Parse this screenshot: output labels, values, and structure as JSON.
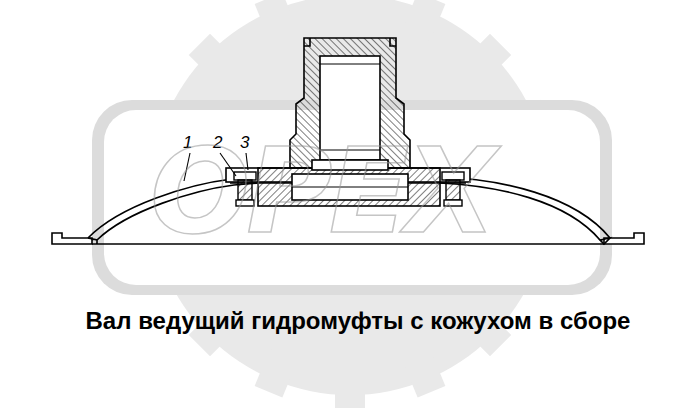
{
  "diagram": {
    "caption": "Вал ведущий гидромуфты с кожухом в сборе",
    "labels": [
      "1",
      "2",
      "3",
      "ОРЕХ"
    ]
  }
}
